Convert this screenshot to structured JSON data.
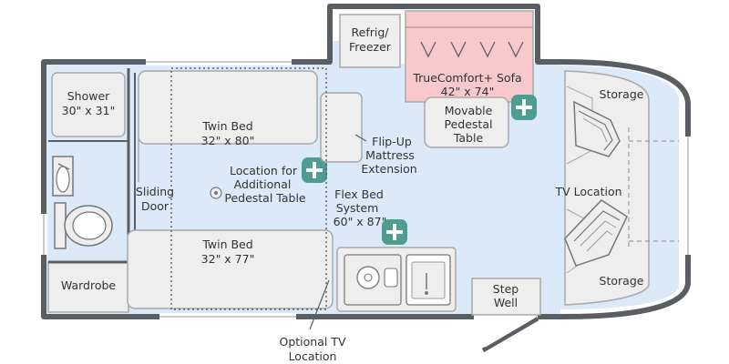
{
  "colors": {
    "wall": "#5a5d61",
    "floor": "#dbe9f8",
    "furniture": "#eeeeee",
    "furniture_stroke": "#a9a9a9",
    "sofa": "#f8c9cb",
    "plus": "#4f9c92",
    "label": "#333333"
  },
  "icons": {
    "plus": "plus-icon"
  },
  "labels": {
    "refrigerator": [
      "Refrig/",
      "Freezer"
    ],
    "sofa": [
      "TrueComfort+ Sofa",
      "42\" x 74\""
    ],
    "table": [
      "Movable",
      "Pedestal",
      "Table"
    ],
    "storage_top": "Storage",
    "storage_bottom": "Storage",
    "shower": [
      "Shower",
      "30\" x 31\""
    ],
    "twin_bed_top": [
      "Twin Bed",
      "32\" x 80\""
    ],
    "flip_up": [
      "Flip-Up",
      "Mattress",
      "Extension"
    ],
    "location_for": [
      "Location for",
      "Additional",
      "Pedestal Table"
    ],
    "sliding_door": [
      "Sliding",
      "Door"
    ],
    "flex_bed": [
      "Flex Bed",
      "System",
      "60\" x 87\""
    ],
    "tv_location": "TV Location",
    "twin_bed_bottom": [
      "Twin Bed",
      "32\" x 77\""
    ],
    "wardrobe": "Wardrobe",
    "step_well": [
      "Step",
      "Well"
    ],
    "optional_tv": [
      "Optional TV",
      "Location"
    ]
  }
}
